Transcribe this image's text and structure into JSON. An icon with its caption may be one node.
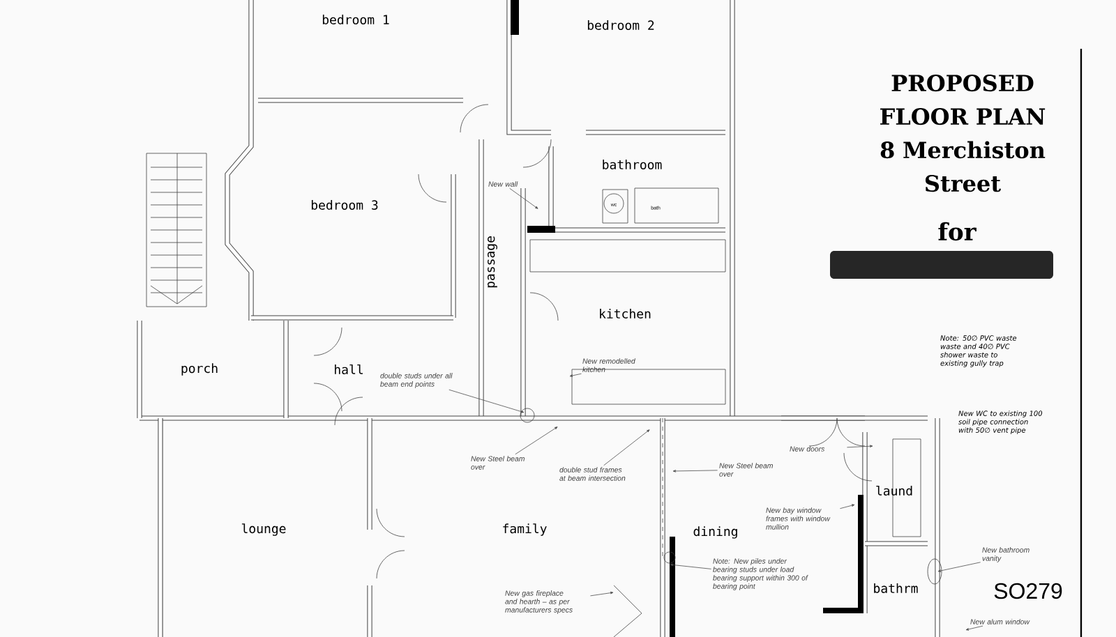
{
  "diagram": {
    "title": "PROPOSED FLOOR PLAN 8 Merchiston Street",
    "nodes": [
      {
        "text": [
          "New wall"
        ]
      },
      {
        "text": [
          "double studs under all beam end points"
        ]
      },
      {
        "text": [
          "New remodelled kitchen"
        ]
      },
      {
        "text": [
          "New Steel beam over"
        ]
      },
      {
        "text": [
          "double stud frames at beam intersection"
        ]
      },
      {
        "text": [
          "New Steel beam over"
        ]
      },
      {
        "text": [
          "New bay window frames with window mullion"
        ]
      },
      {
        "text": [
          "Note: New piles under bearing studs under load bearing support within 300 of bearing point"
        ]
      },
      {
        "text": [
          "New gas fireplace and hearth – as per manufacturers specs"
        ]
      },
      {
        "text": [
          "New doors"
        ]
      },
      {
        "text": [
          "New bathroom vanity"
        ]
      },
      {
        "text": [
          "New alum window"
        ]
      }
    ],
    "edges": [
      {
        "from": 0,
        "to": null,
        "arrow": "to"
      },
      {
        "from": 1,
        "to": null,
        "arrow": "to"
      },
      {
        "from": 2,
        "to": null,
        "arrow": "to"
      },
      {
        "from": 3,
        "to": null,
        "arrow": "to"
      },
      {
        "from": 4,
        "to": null,
        "arrow": "to"
      },
      {
        "from": 5,
        "to": null,
        "arrow": "to"
      },
      {
        "from": 6,
        "to": null,
        "arrow": "to"
      },
      {
        "from": 7,
        "to": null,
        "arrow": "to"
      },
      {
        "from": 8,
        "to": null,
        "arrow": "to"
      },
      {
        "from": 9,
        "to": null,
        "arrow": "to"
      },
      {
        "from": 10,
        "to": null,
        "arrow": "to"
      },
      {
        "from": 11,
        "to": null,
        "arrow": "to"
      }
    ],
    "labels": [
      "bedroom 1",
      "bedroom 2",
      "bathroom",
      "bedroom 3",
      "wc",
      "bath",
      "passage",
      "kitchen",
      "porch",
      "hall",
      "lounge",
      "family",
      "dining",
      "laund",
      "bathrm",
      "for",
      "Note: 50∅ PVC waste waste and 40∅ PVC shower waste to existing gully trap",
      "New WC to existing 100 soil pipe connection with 50∅ vent pipe",
      "SO279"
    ]
  }
}
